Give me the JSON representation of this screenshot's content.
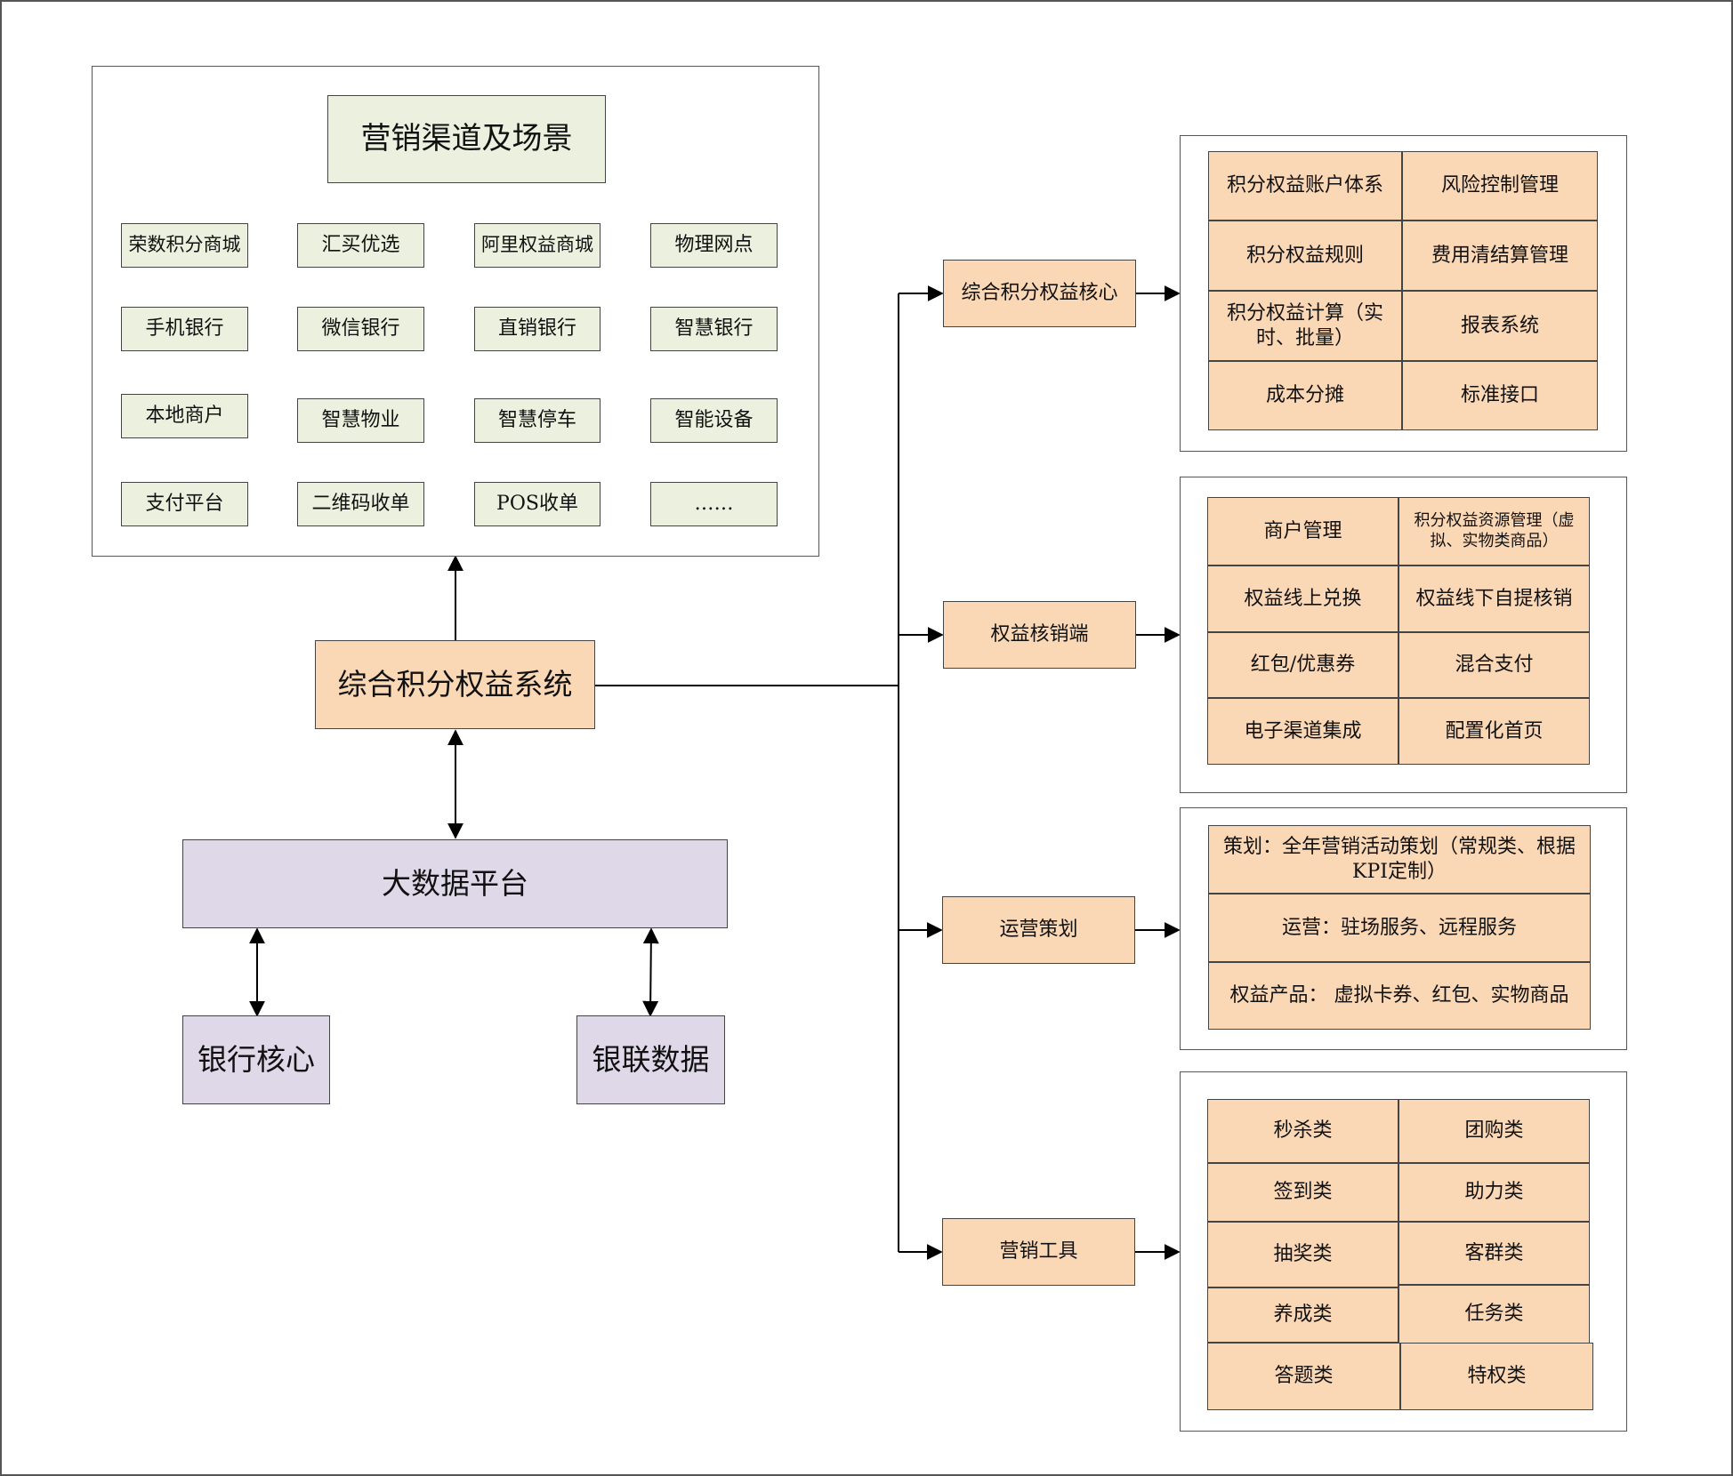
{
  "colors": {
    "channel_fill": "#ebf1de",
    "system_fill": "#fad7b5",
    "data_fill": "#ded8e8",
    "line": "#000000"
  },
  "channels": {
    "title": "营销渠道及场景",
    "items": [
      "荣数积分商城",
      "汇买优选",
      "阿里权益商城",
      "物理网点",
      "手机银行",
      "微信银行",
      "直销银行",
      "智慧银行",
      "本地商户",
      "智慧物业",
      "智慧停车",
      "智能设备",
      "支付平台",
      "二维码收单",
      "POS收单",
      "……"
    ]
  },
  "system": {
    "label": "综合积分权益系统"
  },
  "bigdata": {
    "label": "大数据平台"
  },
  "sources": {
    "bank_core": "银行核心",
    "unionpay": "银联数据"
  },
  "modules": [
    {
      "label": "综合积分权益核心",
      "items": [
        "积分权益账户体系",
        "风险控制管理",
        "积分权益规则",
        "费用清结算管理",
        "积分权益计算（实时、批量）",
        "报表系统",
        "成本分摊",
        "标准接口"
      ]
    },
    {
      "label": "权益核销端",
      "items": [
        "商户管理",
        "积分权益资源管理（虚拟、实物类商品）",
        "权益线上兑换",
        "权益线下自提核销",
        "红包/优惠券",
        "混合支付",
        "电子渠道集成",
        "配置化首页"
      ]
    },
    {
      "label": "运营策划",
      "items": [
        "策划：全年营销活动策划（常规类、根据KPI定制）",
        "运营：驻场服务、远程服务",
        "权益产品： 虚拟卡券、红包、实物商品"
      ]
    },
    {
      "label": "营销工具",
      "items": [
        "秒杀类",
        "团购类",
        "签到类",
        "助力类",
        "抽奖类",
        "客群类",
        "养成类",
        "任务类",
        "答题类",
        "特权类"
      ]
    }
  ]
}
